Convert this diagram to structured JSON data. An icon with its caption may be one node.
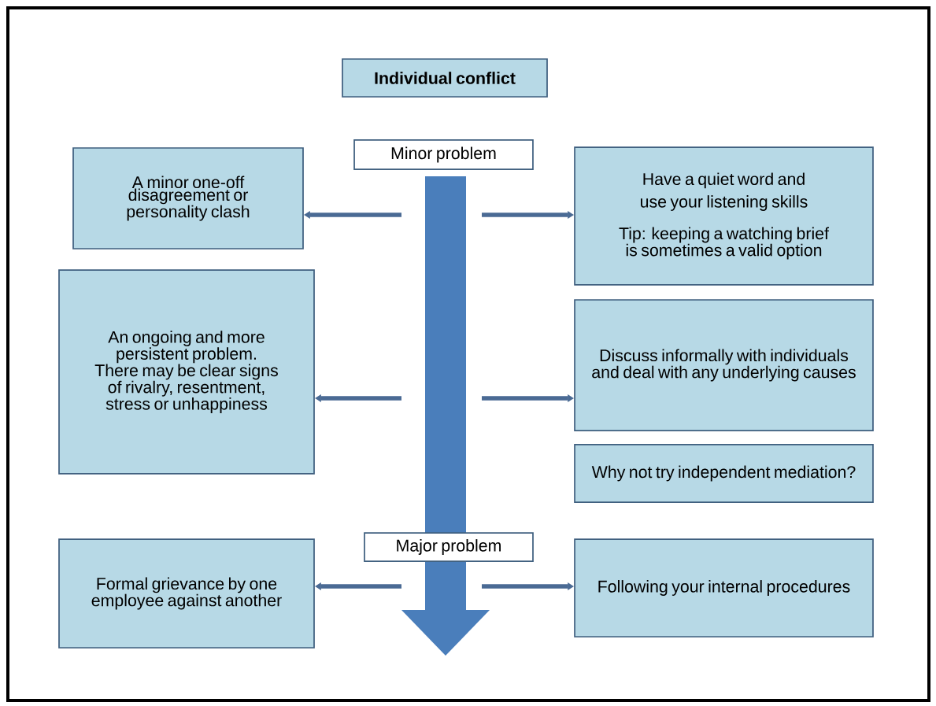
{
  "diagram": {
    "nodes": [
      {
        "text": [
          "Individual conflict"
        ]
      },
      {
        "text": [
          "Minor problem"
        ]
      },
      {
        "text": [
          "A minor one-off disagreement or personality clash"
        ]
      },
      {
        "text": [
          "Have a quiet word and use your listening skills",
          "Tip: keeping a watching brief is sometimes a valid option"
        ]
      },
      {
        "text": [
          "An ongoing and more persistent problem. There may be clear signs of rivalry, resentment, stress or unhappiness"
        ]
      },
      {
        "text": [
          "Discuss informally with individuals and deal with any underlying causes"
        ]
      },
      {
        "text": [
          "Why not try independent mediation?"
        ]
      },
      {
        "text": [
          "Major problem"
        ]
      },
      {
        "text": [
          "Formal grievance by one employee against another"
        ]
      },
      {
        "text": [
          "Following your internal procedures"
        ]
      }
    ],
    "edges": [
      {
        "from": null,
        "to": 2,
        "arrow": "to"
      },
      {
        "from": null,
        "to": 3,
        "arrow": "to"
      },
      {
        "from": null,
        "to": 4,
        "arrow": "to"
      },
      {
        "from": null,
        "to": 5,
        "arrow": "to"
      },
      {
        "from": null,
        "to": 8,
        "arrow": "to"
      },
      {
        "from": null,
        "to": 9,
        "arrow": "to"
      }
    ]
  }
}
